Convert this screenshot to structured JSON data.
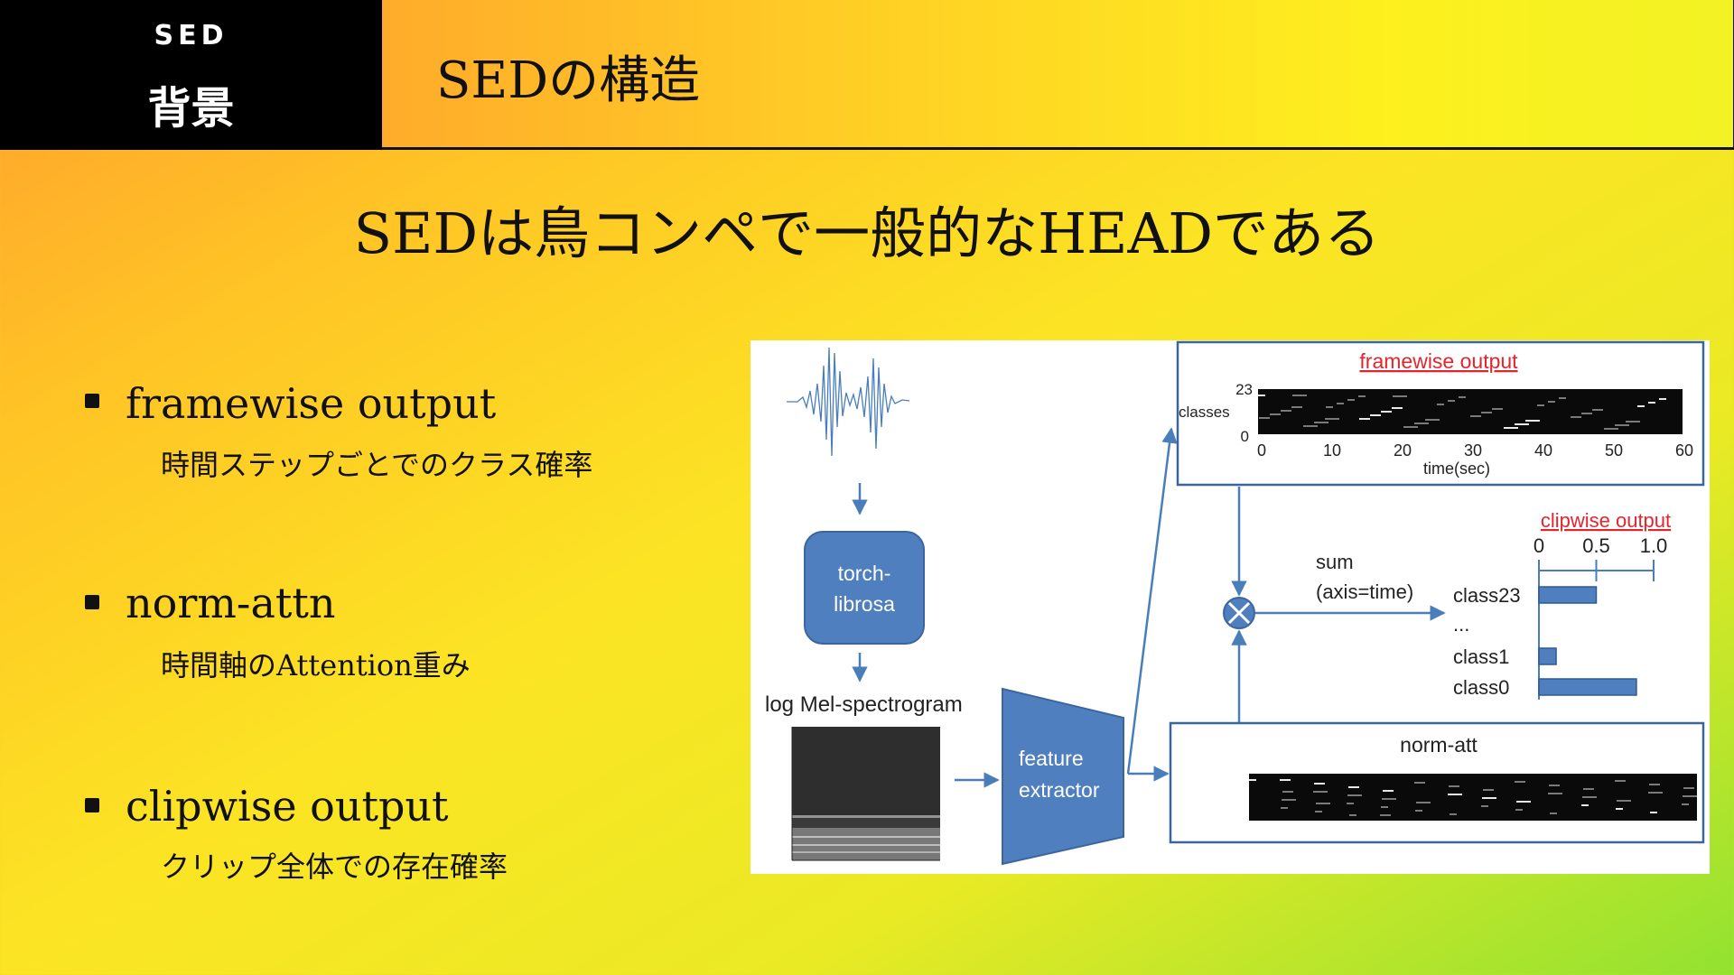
{
  "header": {
    "tag_small": "SED",
    "tag_big": "背景",
    "title": "SEDの構造"
  },
  "subtitle": "SEDは鳥コンペで一般的なHEADである",
  "bullets": [
    {
      "title": "framewise output",
      "desc": "時間ステップごとでのクラス確率"
    },
    {
      "title": "norm-attn",
      "desc": "時間軸のAttention重み"
    },
    {
      "title": "clipwise output",
      "desc": "クリップ全体での存在確率"
    }
  ],
  "diagram": {
    "torchlibrosa_line1": "torch-",
    "torchlibrosa_line2": "librosa",
    "mel_label": "log Mel-spectrogram",
    "feature_line1": "feature",
    "feature_line2": "extractor",
    "framewise_title": "framewise output",
    "classes_label": "classes",
    "class_max": "23",
    "class_min": "0",
    "time_ticks": [
      "0",
      "10",
      "20",
      "30",
      "40",
      "50",
      "60"
    ],
    "time_label": "time(sec)",
    "sum_line1": "sum",
    "sum_line2": "(axis=time)",
    "clipwise_title": "clipwise output",
    "clip_ticks": [
      "0",
      "0.5",
      "1.0"
    ],
    "class_labels": [
      "class23",
      "...",
      "class1",
      "class0"
    ],
    "clip_values": [
      0.5,
      null,
      0.15,
      0.85
    ],
    "norm_title": "norm-att",
    "colors": {
      "accent": "#4a7ebb",
      "title_red": "#e3262e"
    }
  }
}
